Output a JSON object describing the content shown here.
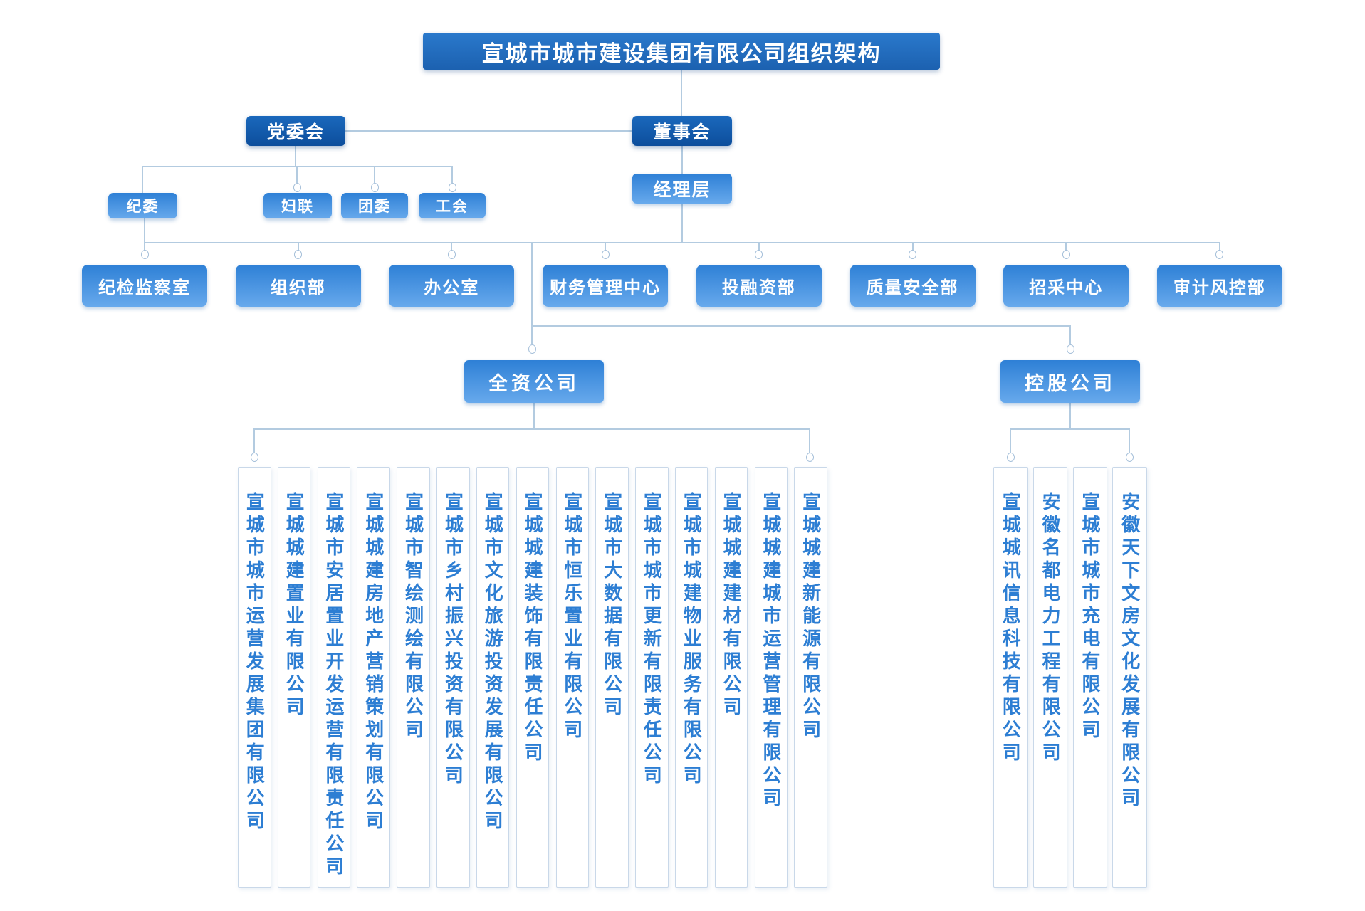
{
  "title": "宣城市城市建设集团有限公司组织架构",
  "party_committee": {
    "label": "党委会"
  },
  "board": {
    "label": "董事会"
  },
  "management": {
    "label": "经理层"
  },
  "party_orgs": [
    "纪委",
    "妇联",
    "团委",
    "工会"
  ],
  "departments": [
    "纪检监察室",
    "组织部",
    "办公室",
    "财务管理中心",
    "投融资部",
    "质量安全部",
    "招采中心",
    "审计风控部"
  ],
  "wholly_owned": {
    "label": "全资公司",
    "companies": [
      "宣城市城市运营发展集团有限公司",
      "宣城城建置业有限公司",
      "宣城市安居置业开发运营有限责任公司",
      "宣城城建房地产营销策划有限公司",
      "宣城市智绘测绘有限公司",
      "宣城市乡村振兴投资有限公司",
      "宣城市文化旅游投资发展有限公司",
      "宣城城建装饰有限责任公司",
      "宣城市恒乐置业有限公司",
      "宣城市大数据有限公司",
      "宣城市城市更新有限责任公司",
      "宣城市城建物业服务有限公司",
      "宣城城建建材有限公司",
      "宣城城建城市运营管理有限公司",
      "宣城城建新能源有限公司"
    ]
  },
  "holding": {
    "label": "控股公司",
    "companies": [
      "宣城城讯信息科技有限公司",
      "安徽名都电力工程有限公司",
      "宣城市城市充电有限公司",
      "安徽天下文房文化发展有限公司"
    ]
  },
  "colors": {
    "dark_box": "#0d4e9c",
    "blue_box": "#3487db",
    "connector_line": "#b3cbe0",
    "column_text": "#2d7ed3"
  }
}
